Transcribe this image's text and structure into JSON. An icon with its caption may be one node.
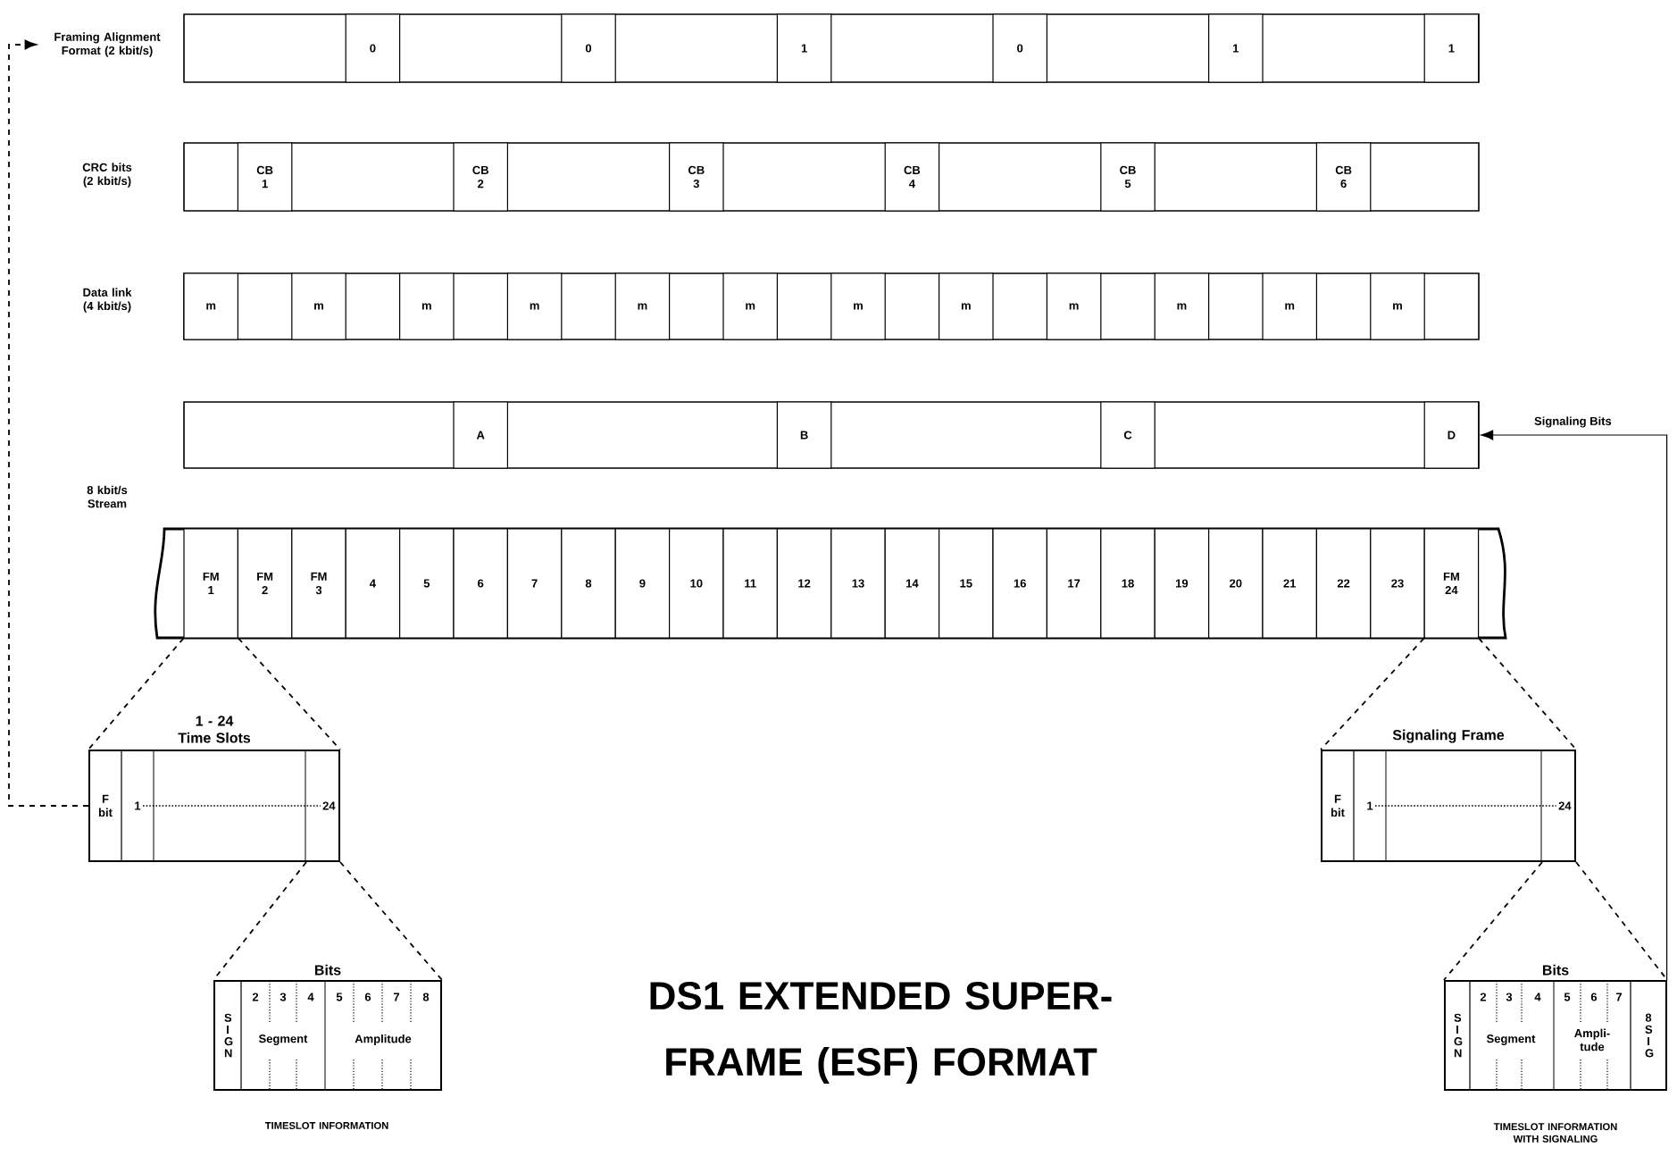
{
  "diagram": {
    "title": "DS1 EXTENDED SUPER-FRAME (ESF) FORMAT",
    "nodes": [
      {
        "text": [
          "Framing Alignment Format (2 kbit/s)"
        ]
      },
      {
        "text": [],
        "shape": "bar"
      },
      {
        "text": [
          "0"
        ],
        "in": 1
      },
      {
        "text": [
          "0"
        ],
        "in": 1
      },
      {
        "text": [
          "1"
        ],
        "in": 1
      },
      {
        "text": [
          "0"
        ],
        "in": 1
      },
      {
        "text": [
          "1"
        ],
        "in": 1
      },
      {
        "text": [
          "1"
        ],
        "in": 1
      },
      {
        "text": [
          "CRC bits (2 kbit/s)"
        ]
      },
      {
        "text": [],
        "shape": "bar"
      },
      {
        "text": [
          "CB 1"
        ],
        "in": 9
      },
      {
        "text": [
          "CB 2"
        ],
        "in": 9
      },
      {
        "text": [
          "CB 3"
        ],
        "in": 9
      },
      {
        "text": [
          "CB 4"
        ],
        "in": 9
      },
      {
        "text": [
          "CB 5"
        ],
        "in": 9
      },
      {
        "text": [
          "CB 6"
        ],
        "in": 9
      },
      {
        "text": [
          "Data link (4 kbit/s)"
        ]
      },
      {
        "text": [],
        "shape": "bar"
      },
      {
        "text": [
          "m"
        ],
        "in": 17
      },
      {
        "text": [
          "m"
        ],
        "in": 17
      },
      {
        "text": [
          "m"
        ],
        "in": 17
      },
      {
        "text": [
          "m"
        ],
        "in": 17
      },
      {
        "text": [
          "m"
        ],
        "in": 17
      },
      {
        "text": [
          "m"
        ],
        "in": 17
      },
      {
        "text": [
          "m"
        ],
        "in": 17
      },
      {
        "text": [
          "m"
        ],
        "in": 17
      },
      {
        "text": [
          "m"
        ],
        "in": 17
      },
      {
        "text": [
          "m"
        ],
        "in": 17
      },
      {
        "text": [
          "m"
        ],
        "in": 17
      },
      {
        "text": [
          "m"
        ],
        "in": 17
      },
      {
        "text": [],
        "shape": "bar"
      },
      {
        "text": [
          "A"
        ],
        "in": 30
      },
      {
        "text": [
          "B"
        ],
        "in": 30
      },
      {
        "text": [
          "C"
        ],
        "in": 30
      },
      {
        "text": [
          "D"
        ],
        "in": 30
      },
      {
        "text": [
          "8 kbit/s Stream"
        ]
      },
      {
        "text": [],
        "shape": "bar"
      },
      {
        "text": [
          "FM 1"
        ],
        "in": 36
      },
      {
        "text": [
          "FM 2"
        ],
        "in": 36
      },
      {
        "text": [
          "FM 3"
        ],
        "in": 36
      },
      {
        "text": [
          "4"
        ],
        "in": 36
      },
      {
        "text": [
          "5"
        ],
        "in": 36
      },
      {
        "text": [
          "6"
        ],
        "in": 36
      },
      {
        "text": [
          "7"
        ],
        "in": 36
      },
      {
        "text": [
          "8"
        ],
        "in": 36
      },
      {
        "text": [
          "9"
        ],
        "in": 36
      },
      {
        "text": [
          "10"
        ],
        "in": 36
      },
      {
        "text": [
          "11"
        ],
        "in": 36
      },
      {
        "text": [
          "12"
        ],
        "in": 36
      },
      {
        "text": [
          "13"
        ],
        "in": 36
      },
      {
        "text": [
          "14"
        ],
        "in": 36
      },
      {
        "text": [
          "15"
        ],
        "in": 36
      },
      {
        "text": [
          "16"
        ],
        "in": 36
      },
      {
        "text": [
          "17"
        ],
        "in": 36
      },
      {
        "text": [
          "18"
        ],
        "in": 36
      },
      {
        "text": [
          "19"
        ],
        "in": 36
      },
      {
        "text": [
          "20"
        ],
        "in": 36
      },
      {
        "text": [
          "21"
        ],
        "in": 36
      },
      {
        "text": [
          "22"
        ],
        "in": 36
      },
      {
        "text": [
          "23"
        ],
        "in": 36
      },
      {
        "text": [
          "FM 24"
        ],
        "in": 36
      },
      {
        "text": [
          "1 - 24 Time Slots",
          "1",
          "24"
        ]
      },
      {
        "text": [
          "F bit"
        ],
        "in": 61
      },
      {
        "text": [
          "Bits",
          "Segment",
          "Amplitude"
        ],
        "beside": [
          "TIMESLOT INFORMATION"
        ]
      },
      {
        "text": [
          "S I G N"
        ],
        "in": 63
      },
      {
        "text": [
          "2"
        ],
        "in": 63
      },
      {
        "text": [
          "3"
        ],
        "in": 63
      },
      {
        "text": [
          "4"
        ],
        "in": 63
      },
      {
        "text": [
          "5"
        ],
        "in": 63
      },
      {
        "text": [
          "6"
        ],
        "in": 63
      },
      {
        "text": [
          "7"
        ],
        "in": 63
      },
      {
        "text": [
          "8"
        ],
        "in": 63
      },
      {
        "text": [
          "Signaling Frame",
          "1",
          "24"
        ]
      },
      {
        "text": [
          "F bit"
        ],
        "in": 72
      },
      {
        "text": [
          "Bits",
          "Segment",
          "Ampli- tude"
        ],
        "beside": [
          "TIMESLOT INFORMATION WITH SIGNALING"
        ]
      },
      {
        "text": [
          "S I G N"
        ],
        "in": 74
      },
      {
        "text": [
          "2"
        ],
        "in": 74
      },
      {
        "text": [
          "3"
        ],
        "in": 74
      },
      {
        "text": [
          "4"
        ],
        "in": 74
      },
      {
        "text": [
          "5"
        ],
        "in": 74
      },
      {
        "text": [
          "6"
        ],
        "in": 74
      },
      {
        "text": [
          "7"
        ],
        "in": 74
      },
      {
        "text": [
          "8 S I G"
        ],
        "in": 74
      }
    ],
    "edges": [
      {
        "from": 61,
        "to": 0,
        "arrow": "to",
        "style": "dashed"
      },
      {
        "from": 82,
        "to": 34,
        "arrow": "to",
        "label": "Signaling Bits"
      },
      {
        "from": 37,
        "to": 61,
        "arrow": "none",
        "style": "dashed"
      },
      {
        "from": 37,
        "to": 61,
        "arrow": "none",
        "style": "dashed"
      },
      {
        "from": 61,
        "to": 63,
        "arrow": "none",
        "style": "dashed"
      },
      {
        "from": 61,
        "to": 63,
        "arrow": "none",
        "style": "dashed"
      },
      {
        "from": 60,
        "to": 72,
        "arrow": "none",
        "style": "dashed"
      },
      {
        "from": 60,
        "to": 72,
        "arrow": "none",
        "style": "dashed"
      },
      {
        "from": 72,
        "to": 74,
        "arrow": "none",
        "style": "dashed"
      },
      {
        "from": 72,
        "to": 74,
        "arrow": "none",
        "style": "dashed"
      }
    ]
  }
}
